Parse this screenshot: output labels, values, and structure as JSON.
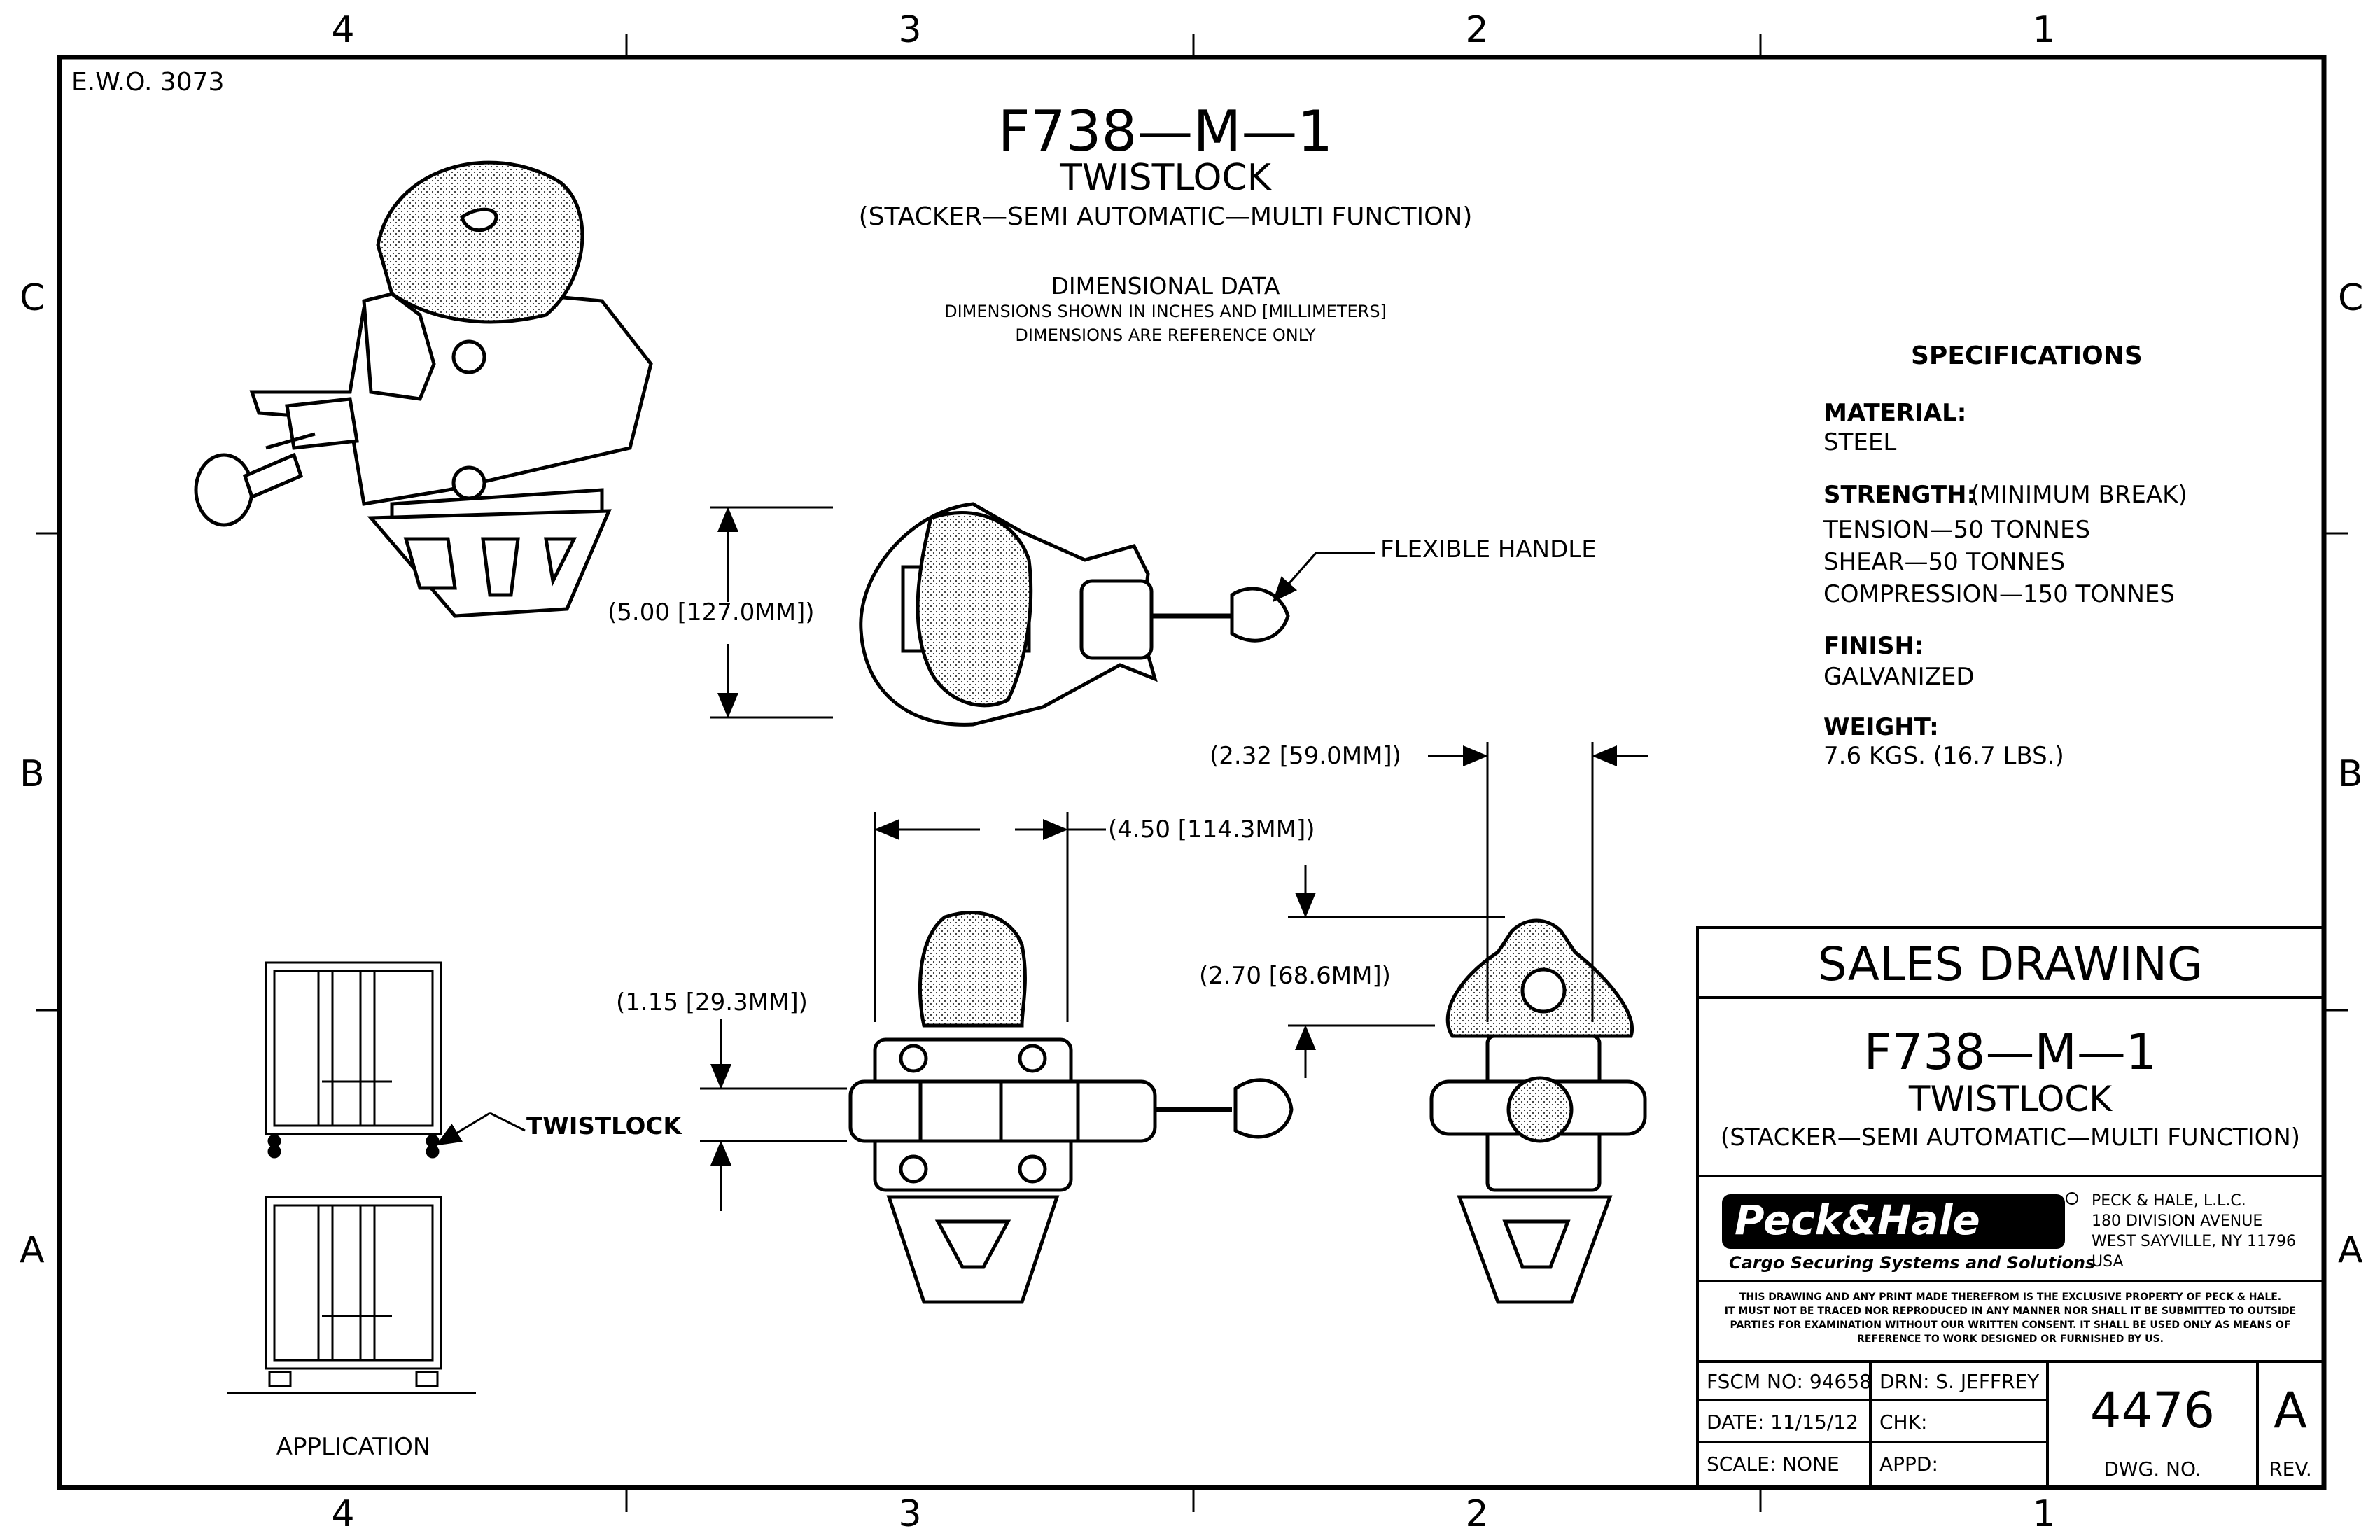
{
  "zones": {
    "columns": [
      "4",
      "3",
      "2",
      "1"
    ],
    "rows": [
      "C",
      "B",
      "A"
    ]
  },
  "ewo": "E.W.O. 3073",
  "header": {
    "part_number": "F738—M—1",
    "name": "TWISTLOCK",
    "description": "(STACKER—SEMI AUTOMATIC—MULTI FUNCTION)",
    "dimensional_title": "DIMENSIONAL DATA",
    "dim_note_1": "DIMENSIONS SHOWN IN INCHES AND [MILLIMETERS]",
    "dim_note_2": "DIMENSIONS ARE REFERENCE ONLY"
  },
  "specifications": {
    "title": "SPECIFICATIONS",
    "material_label": "MATERIAL:",
    "material_value": "STEEL",
    "strength_label": "STRENGTH:",
    "strength_note": "(MINIMUM BREAK)",
    "strength_lines": [
      "TENSION—50 TONNES",
      "SHEAR—50 TONNES",
      "COMPRESSION—150 TONNES"
    ],
    "finish_label": "FINISH:",
    "finish_value": "GALVANIZED",
    "weight_label": "WEIGHT:",
    "weight_value": "7.6 KGS. (16.7 LBS.)"
  },
  "dimensions": {
    "height": "(5.00 [127.0MM])",
    "flexible_handle": "FLEXIBLE HANDLE",
    "width_232": "(2.32 [59.0MM])",
    "width_450": "(4.50 [114.3MM])",
    "height_270": "(2.70 [68.6MM])",
    "height_115": "(1.15 [29.3MM])"
  },
  "application": {
    "twistlock_label": "TWISTLOCK",
    "caption": "APPLICATION"
  },
  "title_block": {
    "sales_drawing": "SALES DRAWING",
    "part_number": "F738—M—1",
    "name": "TWISTLOCK",
    "description": "(STACKER—SEMI AUTOMATIC—MULTI FUNCTION)",
    "logo_text": "Peck&Hale",
    "logo_tagline": "Cargo Securing Systems and Solutions",
    "company": [
      "PECK & HALE, L.L.C.",
      "180 DIVISION AVENUE",
      "WEST SAYVILLE, NY 11796",
      "USA"
    ],
    "notice_lines": [
      "THIS DRAWING AND ANY PRINT MADE THEREFROM IS THE EXCLUSIVE PROPERTY OF PECK & HALE.",
      "IT MUST NOT BE TRACED NOR REPRODUCED IN ANY MANNER NOR SHALL IT BE SUBMITTED TO OUTSIDE",
      "PARTIES FOR EXAMINATION WITHOUT OUR WRITTEN CONSENT.  IT SHALL BE USED ONLY AS MEANS OF",
      "REFERENCE TO WORK DESIGNED OR FURNISHED BY US."
    ],
    "fscm": "FSCM NO: 94658",
    "drn": "DRN: S. JEFFREY",
    "date": "DATE: 11/15/12",
    "chk": "CHK:",
    "scale": "SCALE: NONE",
    "appd": "APPD:",
    "dwg_no": "4476",
    "dwg_no_label": "DWG. NO.",
    "rev": "A",
    "rev_label": "REV."
  }
}
